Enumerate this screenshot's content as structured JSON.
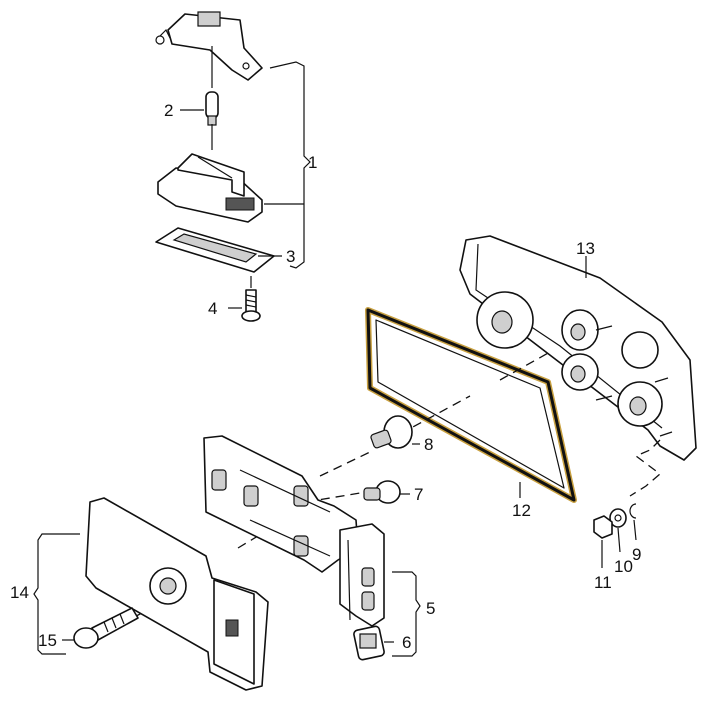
{
  "callouts": [
    {
      "id": "c1",
      "text": "1"
    },
    {
      "id": "c2",
      "text": "2"
    },
    {
      "id": "c3",
      "text": "3"
    },
    {
      "id": "c4",
      "text": "4"
    },
    {
      "id": "c5",
      "text": "5"
    },
    {
      "id": "c6",
      "text": "6"
    },
    {
      "id": "c7",
      "text": "7"
    },
    {
      "id": "c8",
      "text": "8"
    },
    {
      "id": "c9",
      "text": "9"
    },
    {
      "id": "c10",
      "text": "10"
    },
    {
      "id": "c11",
      "text": "11"
    },
    {
      "id": "c12",
      "text": "12"
    },
    {
      "id": "c13",
      "text": "13"
    },
    {
      "id": "c14",
      "text": "14"
    },
    {
      "id": "c15",
      "text": "15"
    }
  ],
  "colors": {
    "line": "#111111",
    "gasket_outer": "#c8a040",
    "gasket_inner": "#111111",
    "background": "#ffffff"
  }
}
